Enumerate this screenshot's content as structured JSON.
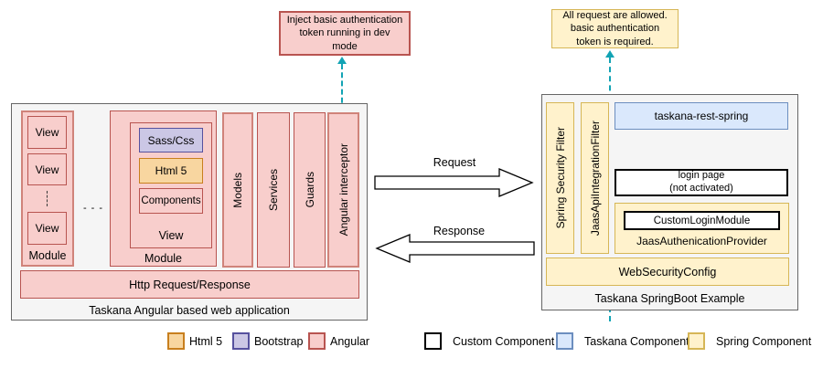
{
  "notes": {
    "dev": "Inject basic authentication\ntoken running in dev\nmode",
    "auth": "All request are allowed.\nbasic authentication\ntoken is required."
  },
  "left_app": {
    "title": "Taskana Angular based web application",
    "module1": {
      "label": "Module",
      "views": [
        "View",
        "View",
        "View"
      ]
    },
    "separator": "- - -",
    "module2": {
      "label": "Module",
      "view_label": "View",
      "children": [
        "Sass/Css",
        "Html 5",
        "Components"
      ]
    },
    "columns": [
      "Models",
      "Services",
      "Guards",
      "Angular interceptor"
    ],
    "http_bar": "Http Request/Response"
  },
  "arrows": {
    "request": "Request",
    "response": "Response"
  },
  "right_app": {
    "title": "Taskana SpringBoot Example",
    "filters": [
      "Spring Security Filter",
      "JaasApiIntegrationFilter"
    ],
    "taskana_rest": "taskana-rest-spring",
    "login_page": "login page\n(not activated)",
    "provider_label": "JaasAuthenicationProvider",
    "custom_login": "CustomLoginModule",
    "web_security": "WebSecurityConfig"
  },
  "legend": [
    {
      "label": "Html 5",
      "fill": "#f8d6a0",
      "border": "#c87f1e"
    },
    {
      "label": "Bootstrap",
      "fill": "#cbc7e5",
      "border": "#56519e"
    },
    {
      "label": "Angular",
      "fill": "#f8cecc",
      "border": "#b85450"
    },
    {
      "label": "Custom Component",
      "fill": "#ffffff",
      "border": "#000000"
    },
    {
      "label": "Taskana Component",
      "fill": "#dae8fc",
      "border": "#6c8ebf"
    },
    {
      "label": "Spring Component",
      "fill": "#fff2cc",
      "border": "#d6b656"
    }
  ],
  "colors": {
    "dashed_arrow": "#12a3b4",
    "angular_fill": "#f8cecc",
    "angular_border": "#b85450",
    "spring_fill": "#fff2cc",
    "spring_border": "#d6b656",
    "taskana_fill": "#dae8fc",
    "taskana_border": "#6c8ebf",
    "container_fill": "#f5f5f5"
  }
}
